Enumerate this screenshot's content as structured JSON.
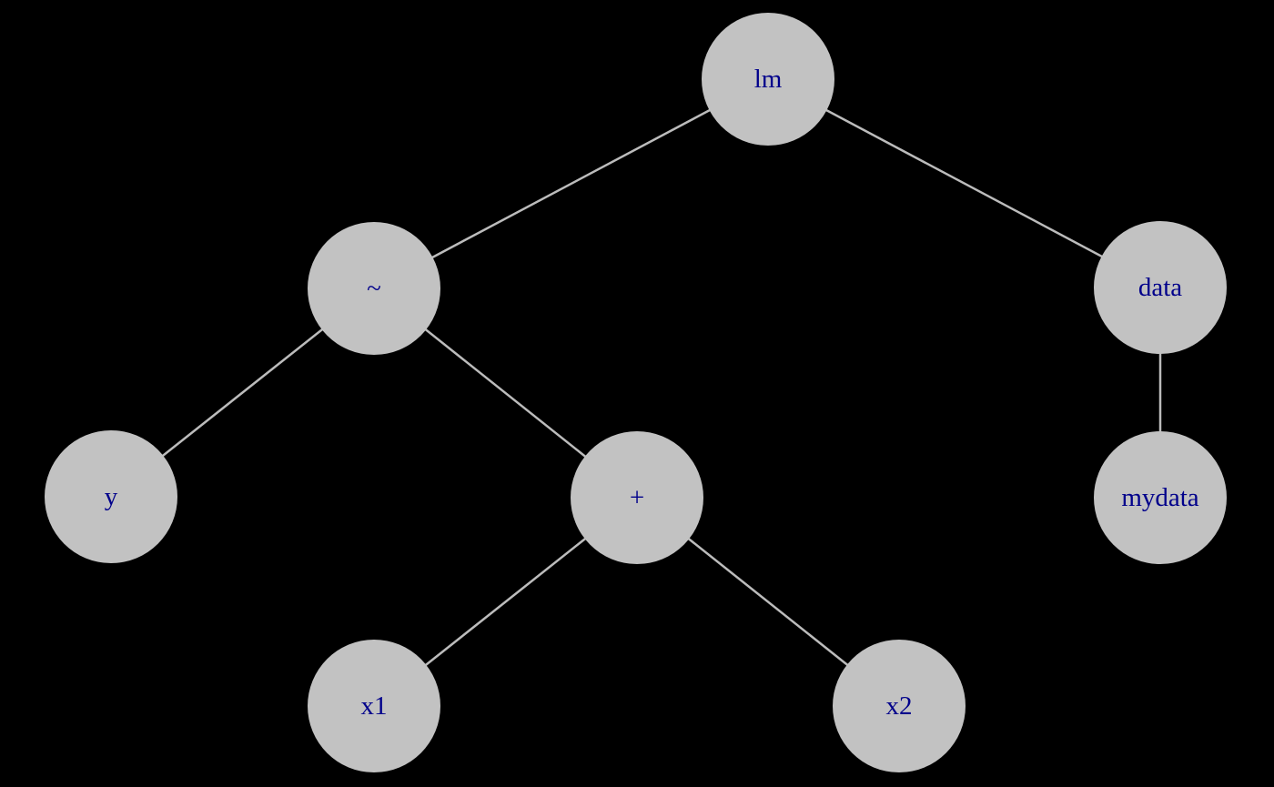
{
  "canvas": {
    "background": "#000000"
  },
  "style": {
    "node_fill": "#c2c2c2",
    "edge_color": "#bcbcbc",
    "label_color": "#00008b"
  },
  "nodes": [
    {
      "id": "lm",
      "label": "lm"
    },
    {
      "id": "tilde",
      "label": "~"
    },
    {
      "id": "data",
      "label": "data"
    },
    {
      "id": "y",
      "label": "y"
    },
    {
      "id": "plus",
      "label": "+"
    },
    {
      "id": "mydata",
      "label": "mydata"
    },
    {
      "id": "x1",
      "label": "x1"
    },
    {
      "id": "x2",
      "label": "x2"
    }
  ],
  "edges": [
    {
      "from": "lm",
      "to": "tilde"
    },
    {
      "from": "lm",
      "to": "data"
    },
    {
      "from": "tilde",
      "to": "y"
    },
    {
      "from": "tilde",
      "to": "plus"
    },
    {
      "from": "plus",
      "to": "x1"
    },
    {
      "from": "plus",
      "to": "x2"
    },
    {
      "from": "data",
      "to": "mydata"
    }
  ]
}
